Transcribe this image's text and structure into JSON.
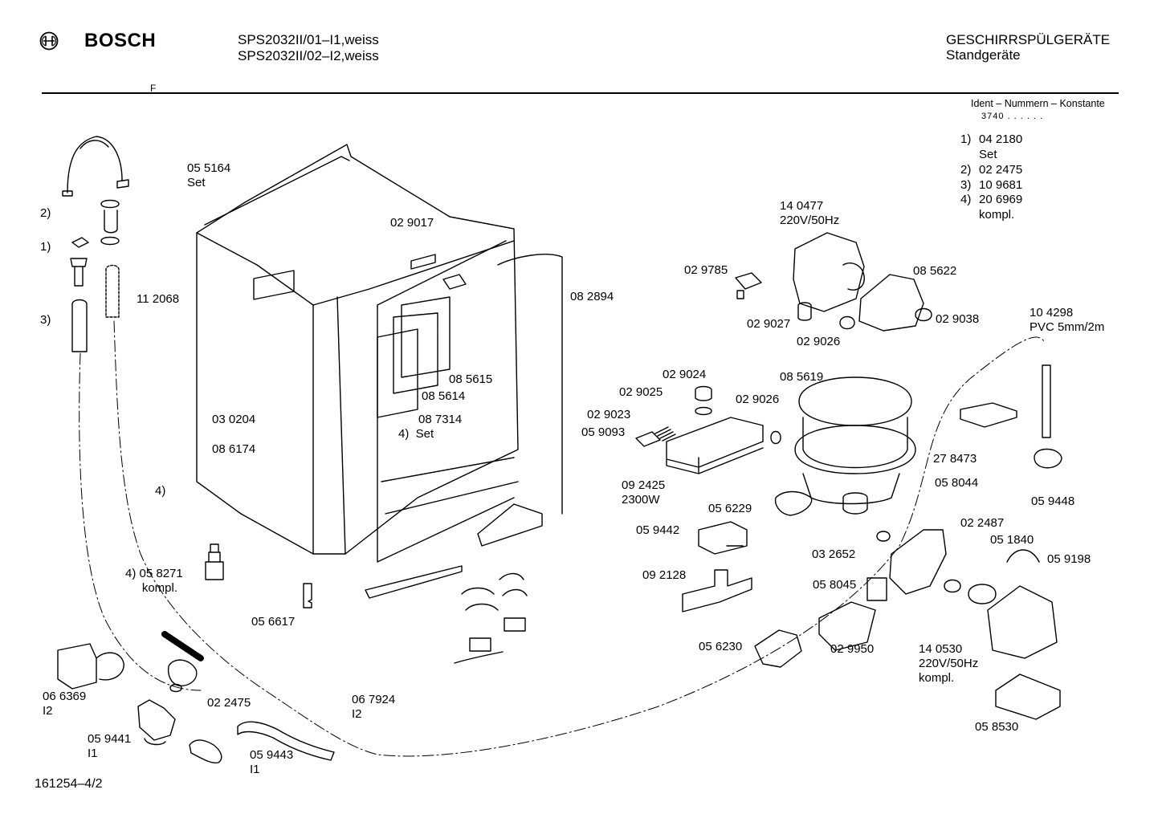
{
  "header": {
    "brand": "BOSCH",
    "models": [
      "SPS2032II/01–I1,weiss",
      "SPS2032II/02–I2,weiss"
    ],
    "category": "GESCHIRRSPÜLGERÄTE",
    "subcategory": "Standgeräte",
    "mark": "F"
  },
  "ident": {
    "heading": "Ident – Nummern – Konstante",
    "number": "3740  .  .   .  .  .  .",
    "items": [
      {
        "key": "1)",
        "value": "04 2180"
      },
      {
        "key": "",
        "value": "Set"
      },
      {
        "key": "2)",
        "value": "02 2475"
      },
      {
        "key": "3)",
        "value": "10 9681"
      },
      {
        "key": "4)",
        "value": "20 6969"
      },
      {
        "key": "",
        "value": "kompl."
      }
    ]
  },
  "labels": [
    "05 5164\nSet",
    "2)",
    "1)",
    "3)",
    "11 2068",
    "02 9017",
    "08 2894",
    "08 5615",
    "08 5614",
    "08 7314",
    "4)  Set",
    "03 0204",
    "08 6174",
    "4)",
    "4) 05 8271\n     kompl.",
    "05 6617",
    "14 0477\n220V/50Hz",
    "02 9785",
    "08 5622",
    "02 9027",
    "02 9038",
    "02 9026",
    "10 4298\nPVC 5mm/2m",
    "02 9024",
    "08 5619",
    "02 9025",
    "02 9026",
    "02 9023",
    "05 9093",
    "27 8473",
    "05 9448",
    "09 2425\n2300W",
    "05 6229",
    "05 8044",
    "05 9442",
    "03 2652",
    "02 2487",
    "05 1840",
    "05 9198",
    "09 2128",
    "05 8045",
    "14 0530\n220V/50Hz\nkompl.",
    "05 6230",
    "02 9950",
    "05 8530",
    "06 6369\nI2",
    "02 2475",
    "06 7924\nI2",
    "05 9441\nI1",
    "05 9443\nI1"
  ],
  "footer": {
    "drawing_number": "161254–4/2"
  }
}
